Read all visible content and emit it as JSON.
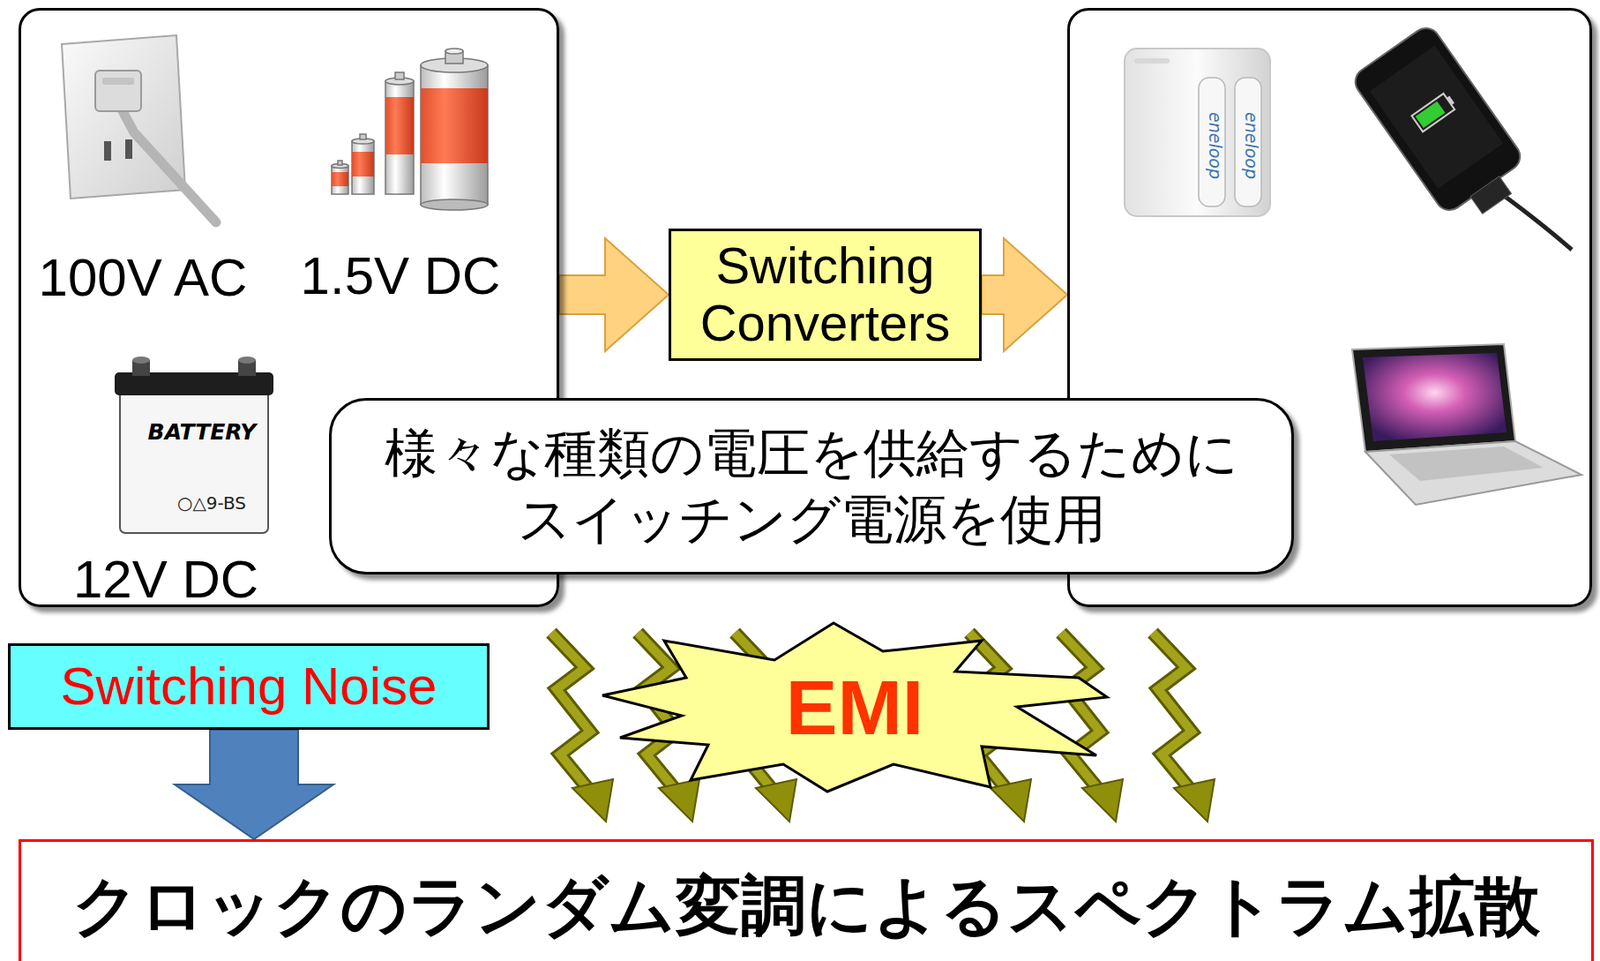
{
  "diagram": {
    "nodes": [
      {
        "text": [
          "100V AC",
          "1.5V DC",
          "BATTERY",
          "○△9-BS",
          "12V DC"
        ]
      },
      {
        "text": [
          "Switching Converters"
        ]
      },
      {
        "text": [
          "eneloop",
          "eneloop"
        ]
      },
      {
        "text": [
          "様々な種類の電圧を供給するために スイッチング電源を使用"
        ]
      },
      {
        "text": [
          "Switching Noise"
        ]
      },
      {
        "text": [
          "EMI"
        ]
      },
      {
        "text": [
          "クロックのランダム変調によるスペクトラム拡散"
        ]
      }
    ],
    "edges": [
      {
        "from": 0,
        "to": 1,
        "arrow": "to"
      },
      {
        "from": 1,
        "to": 2,
        "arrow": "to"
      },
      {
        "from": 4,
        "to": 6,
        "arrow": "to"
      }
    ]
  }
}
